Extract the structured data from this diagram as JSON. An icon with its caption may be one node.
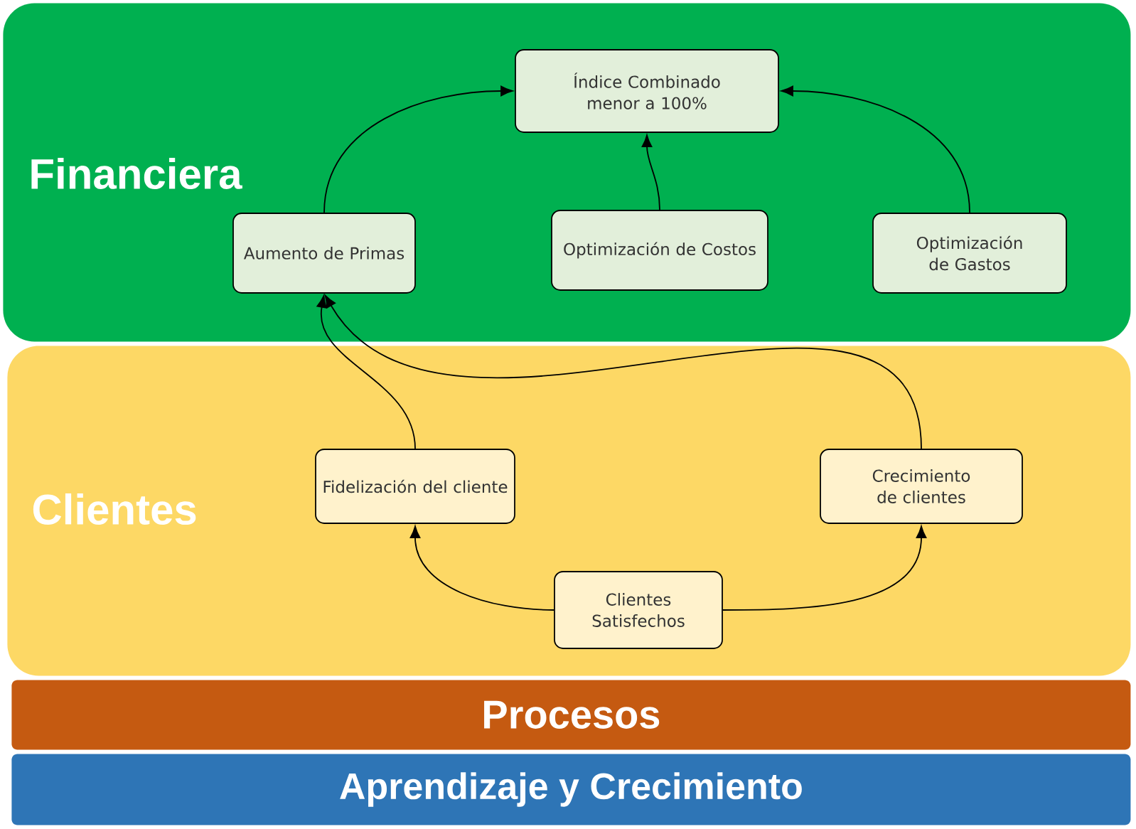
{
  "diagram": {
    "nodes": [
      {
        "text": [
          "Financiera"
        ]
      },
      {
        "text": [
          "Índice Combinado menor a 100%"
        ],
        "in": 0
      },
      {
        "text": [
          "Aumento de Primas"
        ],
        "in": 0
      },
      {
        "text": [
          "Optimización de Costos"
        ],
        "in": 0
      },
      {
        "text": [
          "Optimización de Gastos"
        ],
        "in": 0
      },
      {
        "text": [
          "Clientes"
        ]
      },
      {
        "text": [
          "Fidelización del cliente"
        ],
        "in": 5
      },
      {
        "text": [
          "Crecimiento de clientes"
        ],
        "in": 5
      },
      {
        "text": [
          "Clientes Satisfechos"
        ],
        "in": 5
      },
      {
        "text": [
          "Procesos"
        ]
      },
      {
        "text": [
          "Aprendizaje y Crecimiento"
        ]
      }
    ],
    "edges": [
      {
        "from": 2,
        "to": 1,
        "arrow": "to"
      },
      {
        "from": 3,
        "to": 1,
        "arrow": "to"
      },
      {
        "from": 4,
        "to": 1,
        "arrow": "to"
      },
      {
        "from": 6,
        "to": 2,
        "arrow": "to"
      },
      {
        "from": 7,
        "to": 2,
        "arrow": "to"
      },
      {
        "from": 8,
        "to": 6,
        "arrow": "to"
      },
      {
        "from": 8,
        "to": 7,
        "arrow": "to"
      }
    ]
  }
}
